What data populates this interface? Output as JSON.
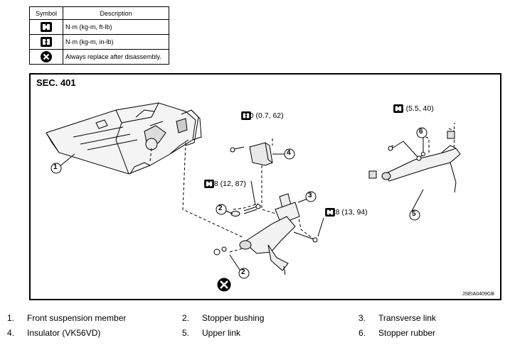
{
  "legend": {
    "header_symbol": "Symbol",
    "header_description": "Description",
    "rows": [
      {
        "icon": "torque-wrench-icon",
        "description": "N·m (kg-m, ft-lb)"
      },
      {
        "icon": "torque-wrench-small-icon",
        "description": "N·m (kg-m, in-lb)"
      },
      {
        "icon": "replace-x-icon",
        "description": "Always replace after disassembly."
      }
    ]
  },
  "diagram": {
    "section": "SEC. 401",
    "figure_code": "JSEIA0409GB",
    "torques": {
      "t1": "7.0 (0.7, 62)",
      "t2": "54 (5.5, 40)",
      "t3": "118 (12, 87)",
      "t4": "128 (13, 94)"
    },
    "callouts": [
      "1",
      "2",
      "2",
      "3",
      "4",
      "5",
      "6"
    ]
  },
  "parts": [
    {
      "num": "1.",
      "name": "Front suspension member"
    },
    {
      "num": "2.",
      "name": "Stopper bushing"
    },
    {
      "num": "3.",
      "name": "Transverse link"
    },
    {
      "num": "4.",
      "name": "Insulator (VK56VD)"
    },
    {
      "num": "5.",
      "name": "Upper link"
    },
    {
      "num": "6.",
      "name": "Stopper rubber"
    }
  ]
}
